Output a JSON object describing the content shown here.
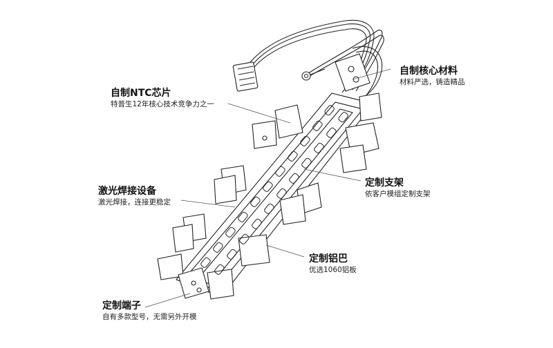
{
  "annotations": {
    "ntc": {
      "title": "自制NTC芯片",
      "desc": "特普生12年核心技术竞争力之一"
    },
    "core_material": {
      "title": "自制核心材料",
      "desc": "材料严选，铸造精品"
    },
    "laser": {
      "title": "激光焊接设备",
      "desc": "激光焊接，连接更稳定"
    },
    "bracket": {
      "title": "定制支架",
      "desc": "依客户模组定制支架"
    },
    "aluminum": {
      "title": "定制铝巴",
      "desc": "优选1060铝板"
    },
    "terminal": {
      "title": "定制端子",
      "desc": "自有多款型号，无需另外开模"
    }
  },
  "colors": {
    "line": "#222222",
    "leader": "#555555",
    "fill": "#ffffff"
  }
}
